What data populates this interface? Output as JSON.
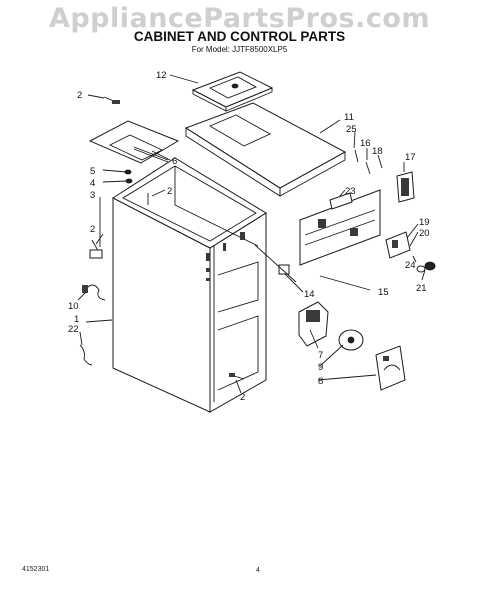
{
  "watermark": "AppliancePartsPros.com",
  "header": {
    "title": "CABINET AND CONTROL PARTS",
    "model_line": "For Model: JJTF8500XLP5"
  },
  "footer": {
    "doc_number": "4152301",
    "page_number": "4"
  },
  "callouts": [
    "12",
    "2",
    "11",
    "25",
    "16",
    "18",
    "17",
    "5",
    "6",
    "4",
    "3",
    "2",
    "23",
    "2",
    "19",
    "20",
    "24",
    "21",
    "14",
    "15",
    "10",
    "22",
    "1",
    "7",
    "9",
    "8",
    "2"
  ]
}
